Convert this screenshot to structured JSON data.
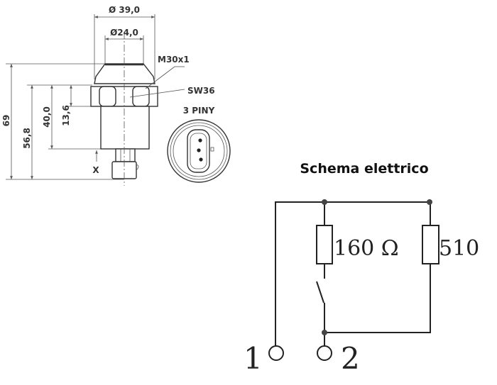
{
  "drawing": {
    "dim_outer_diameter": "Ø 39,0",
    "dim_inner_diameter": "Ø24,0",
    "thread_label": "M30x1",
    "wrench_label": "SW36",
    "connector_label": "3 PINY",
    "dim_total_height": "69",
    "dim_height_2": "56,8",
    "dim_height_3": "40,0",
    "dim_height_4": "13,6",
    "dim_x": "X"
  },
  "schematic": {
    "title": "Schema elettrico",
    "resistor_1_label": "160 Ω",
    "resistor_2_label": "510",
    "terminal_1": "1",
    "terminal_2": "2"
  }
}
